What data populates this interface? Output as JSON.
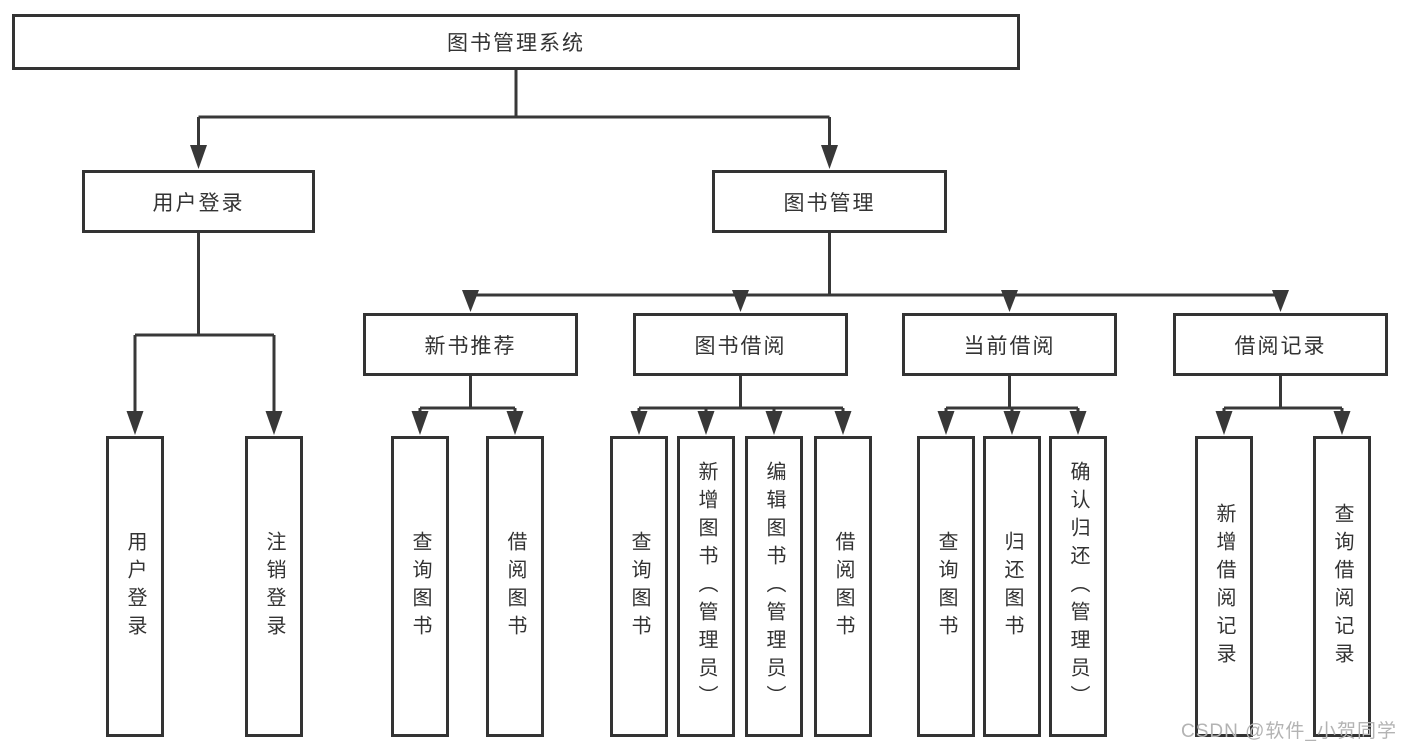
{
  "tree": {
    "label": "图书管理系统",
    "children": [
      {
        "label": "用户登录",
        "children": [
          {
            "label": "用户登录"
          },
          {
            "label": "注销登录"
          }
        ]
      },
      {
        "label": "图书管理",
        "children": [
          {
            "label": "新书推荐",
            "children": [
              {
                "label": "查询图书"
              },
              {
                "label": "借阅图书"
              }
            ]
          },
          {
            "label": "图书借阅",
            "children": [
              {
                "label": "查询图书"
              },
              {
                "label": "新增图书（管理员）"
              },
              {
                "label": "编辑图书（管理员）"
              },
              {
                "label": "借阅图书"
              }
            ]
          },
          {
            "label": "当前借阅",
            "children": [
              {
                "label": "查询图书"
              },
              {
                "label": "归还图书"
              },
              {
                "label": "确认归还（管理员）"
              }
            ]
          },
          {
            "label": "借阅记录",
            "children": [
              {
                "label": "新增借阅记录"
              },
              {
                "label": "查询借阅记录"
              }
            ]
          }
        ]
      }
    ]
  },
  "watermark": "CSDN @软件_小贺同学",
  "colors": {
    "line": "#383838",
    "box_border": "#333333",
    "text": "#333333",
    "watermark": "#b3b3b3",
    "background": "#ffffff"
  }
}
